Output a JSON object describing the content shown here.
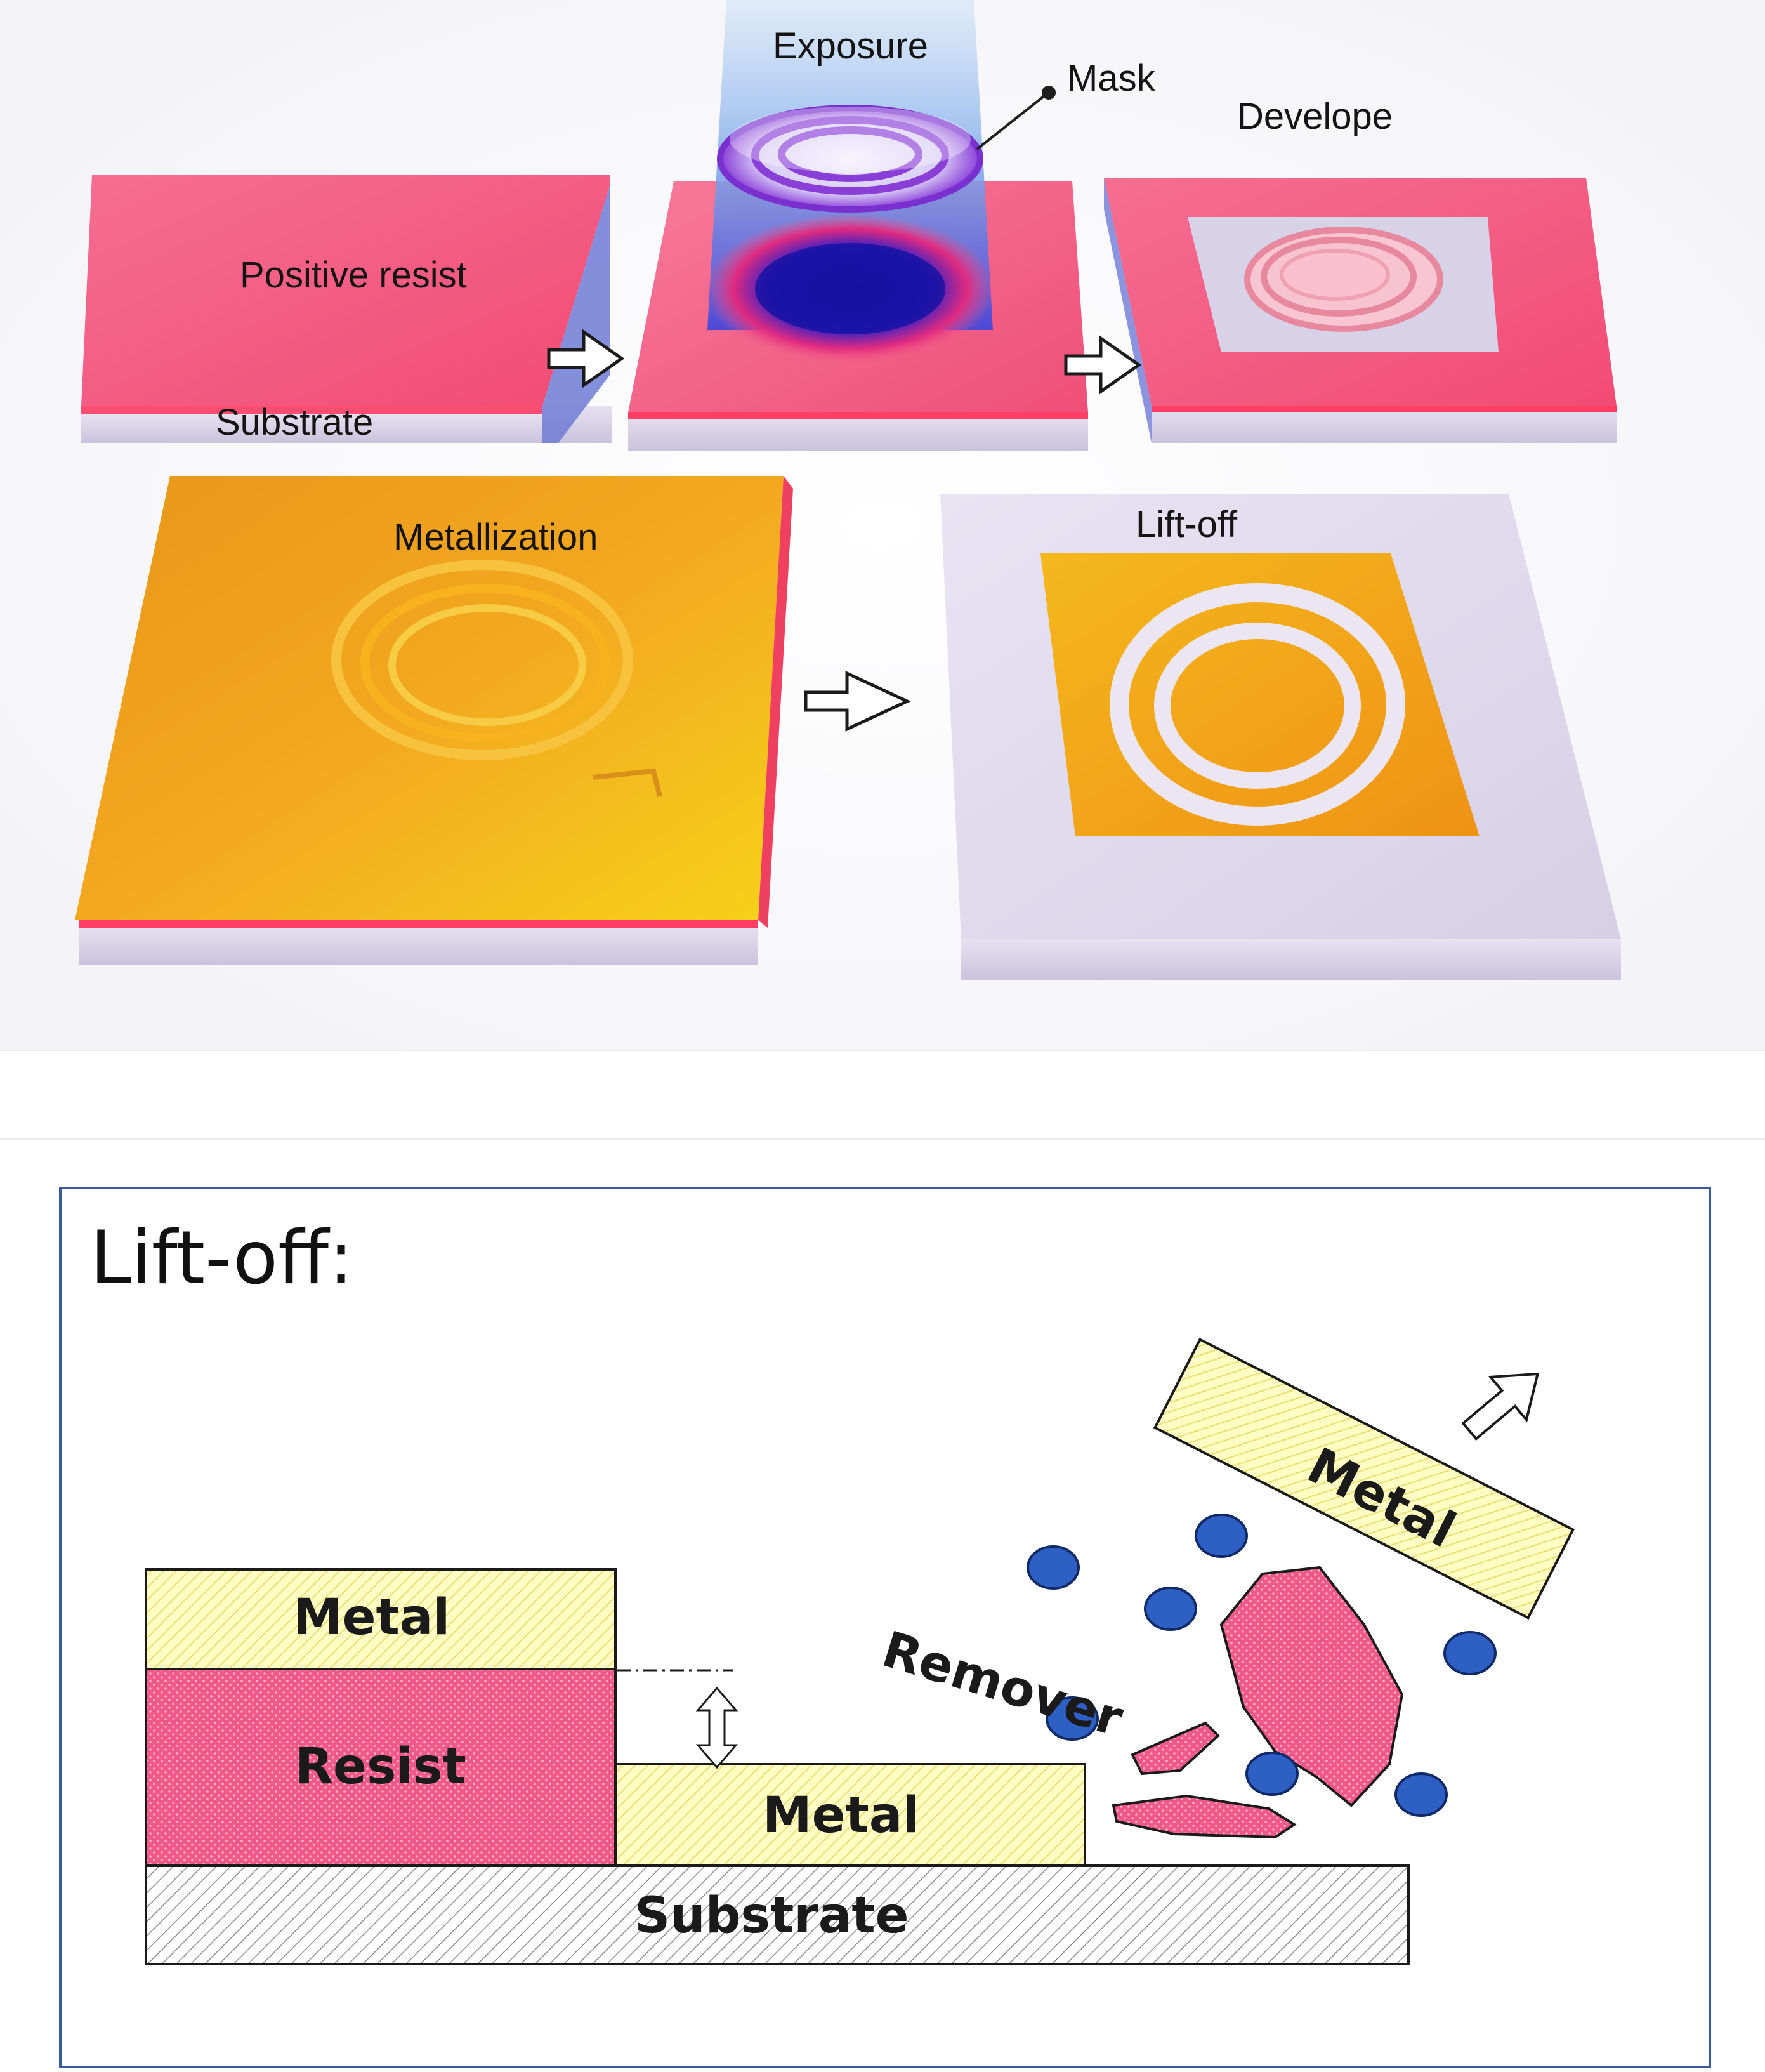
{
  "top_panel": {
    "labels": {
      "exposure": "Exposure",
      "mask": "Mask",
      "develope": "Develope",
      "positive_resist": "Positive resist",
      "substrate": "Substrate",
      "metallization": "Metallization",
      "lift_off": "Lift-off"
    }
  },
  "bottom_panel": {
    "title": "Lift-off:",
    "labels": {
      "metal_top": "Metal",
      "resist": "Resist",
      "metal_bottom": "Metal",
      "substrate": "Substrate",
      "remover": "Remover",
      "metal_flying": "Metal"
    }
  },
  "colors": {
    "resist_pink": "#f0507a",
    "metal_yellow": "#fffdc0",
    "metal_orange": "#f2a21a",
    "substrate_lavender": "#dcd7ea",
    "remover_blue": "#2e5fc4",
    "frame_blue": "#3a5a9a"
  }
}
